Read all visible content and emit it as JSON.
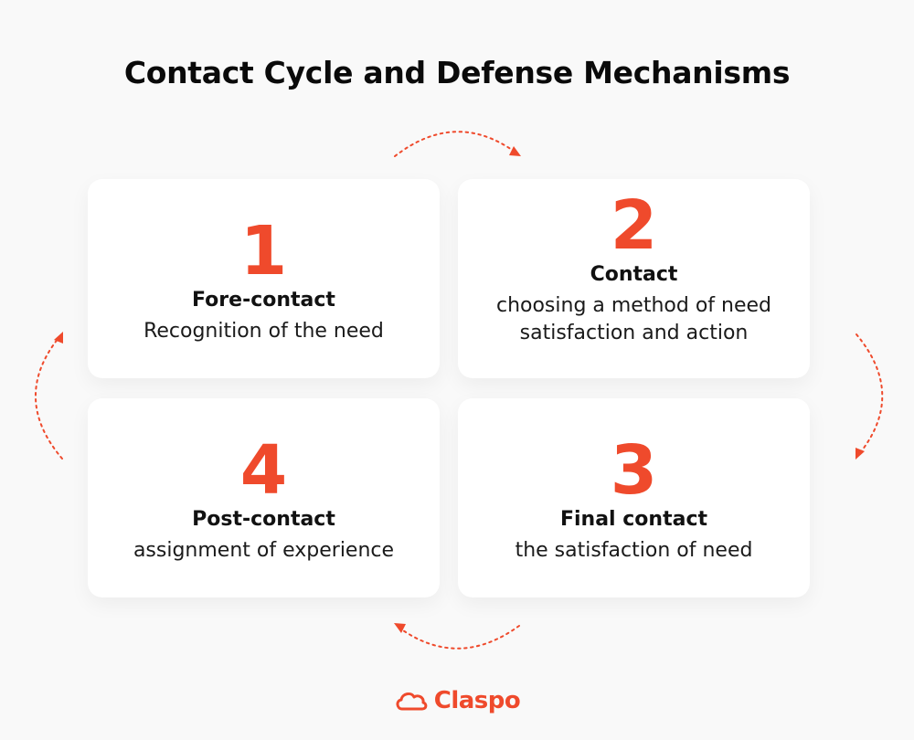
{
  "title": "Contact Cycle and Defense Mechanisms",
  "stages": [
    {
      "number": "1",
      "heading": "Fore-contact",
      "description": "Recognition of the need"
    },
    {
      "number": "2",
      "heading": "Contact",
      "description": "choosing a method of need satisfaction and action"
    },
    {
      "number": "3",
      "heading": "Final contact",
      "description": "the satisfaction of need"
    },
    {
      "number": "4",
      "heading": "Post-contact",
      "description": "assignment of experience"
    }
  ],
  "brand": {
    "name": "Claspo",
    "icon": "cloud-logo-icon"
  },
  "colors": {
    "accent": "#ef4a2c",
    "background": "#f9f9f9",
    "card": "#ffffff",
    "text": "#111111"
  }
}
